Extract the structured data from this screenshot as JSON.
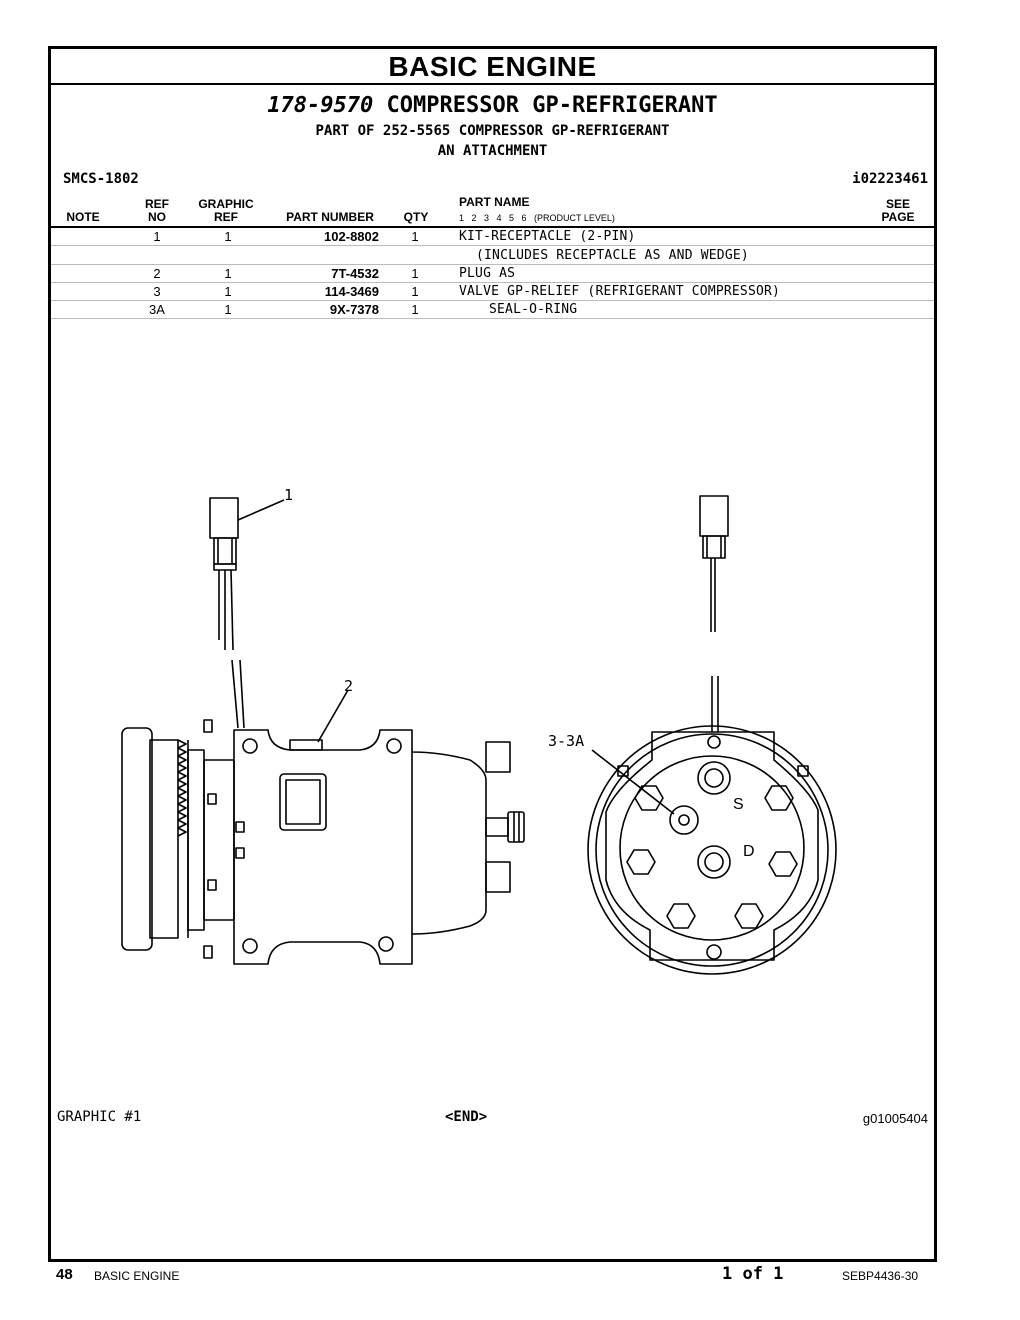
{
  "section_title": "BASIC ENGINE",
  "group": {
    "number": "178-9570",
    "name": "COMPRESSOR GP-REFRIGERANT",
    "part_of": "PART OF 252-5565 COMPRESSOR GP-REFRIGERANT",
    "attachment": "AN ATTACHMENT",
    "smcs": "SMCS-1802",
    "illustration_id": "i02223461"
  },
  "columns": {
    "note": "NOTE",
    "ref_no": [
      "REF",
      "NO"
    ],
    "graphic_ref": [
      "GRAPHIC",
      "REF"
    ],
    "part_number": "PART NUMBER",
    "qty": "QTY",
    "part_name": "PART NAME",
    "product_level": "1   2   3   4   5   6   (PRODUCT LEVEL)",
    "see_page": [
      "SEE",
      "PAGE"
    ]
  },
  "parts": [
    {
      "ref": "1",
      "graphic_ref": "1",
      "part_number": "102-8802",
      "qty": "1",
      "name": "KIT-RECEPTACLE (2-PIN)"
    },
    {
      "ref": "",
      "graphic_ref": "",
      "part_number": "",
      "qty": "",
      "name": "(INCLUDES RECEPTACLE AS AND WEDGE)"
    },
    {
      "ref": "2",
      "graphic_ref": "1",
      "part_number": "7T-4532",
      "qty": "1",
      "name": "PLUG AS"
    },
    {
      "ref": "3",
      "graphic_ref": "1",
      "part_number": "114-3469",
      "qty": "1",
      "name": "VALVE GP-RELIEF (REFRIGERANT COMPRESSOR)"
    },
    {
      "ref": "3A",
      "graphic_ref": "1",
      "part_number": "9X-7378",
      "qty": "1",
      "name": "SEAL-O-RING"
    }
  ],
  "illustration": {
    "callouts": [
      "1",
      "2",
      "3-3A"
    ],
    "port_labels": [
      "S",
      "D"
    ]
  },
  "graphic_label": "GRAPHIC #1",
  "end_label": "<END>",
  "graphic_id": "g01005404",
  "footer": {
    "page_number": "48",
    "section": "BASIC ENGINE",
    "page_of": "1 of 1",
    "document": "SEBP4436-30"
  }
}
